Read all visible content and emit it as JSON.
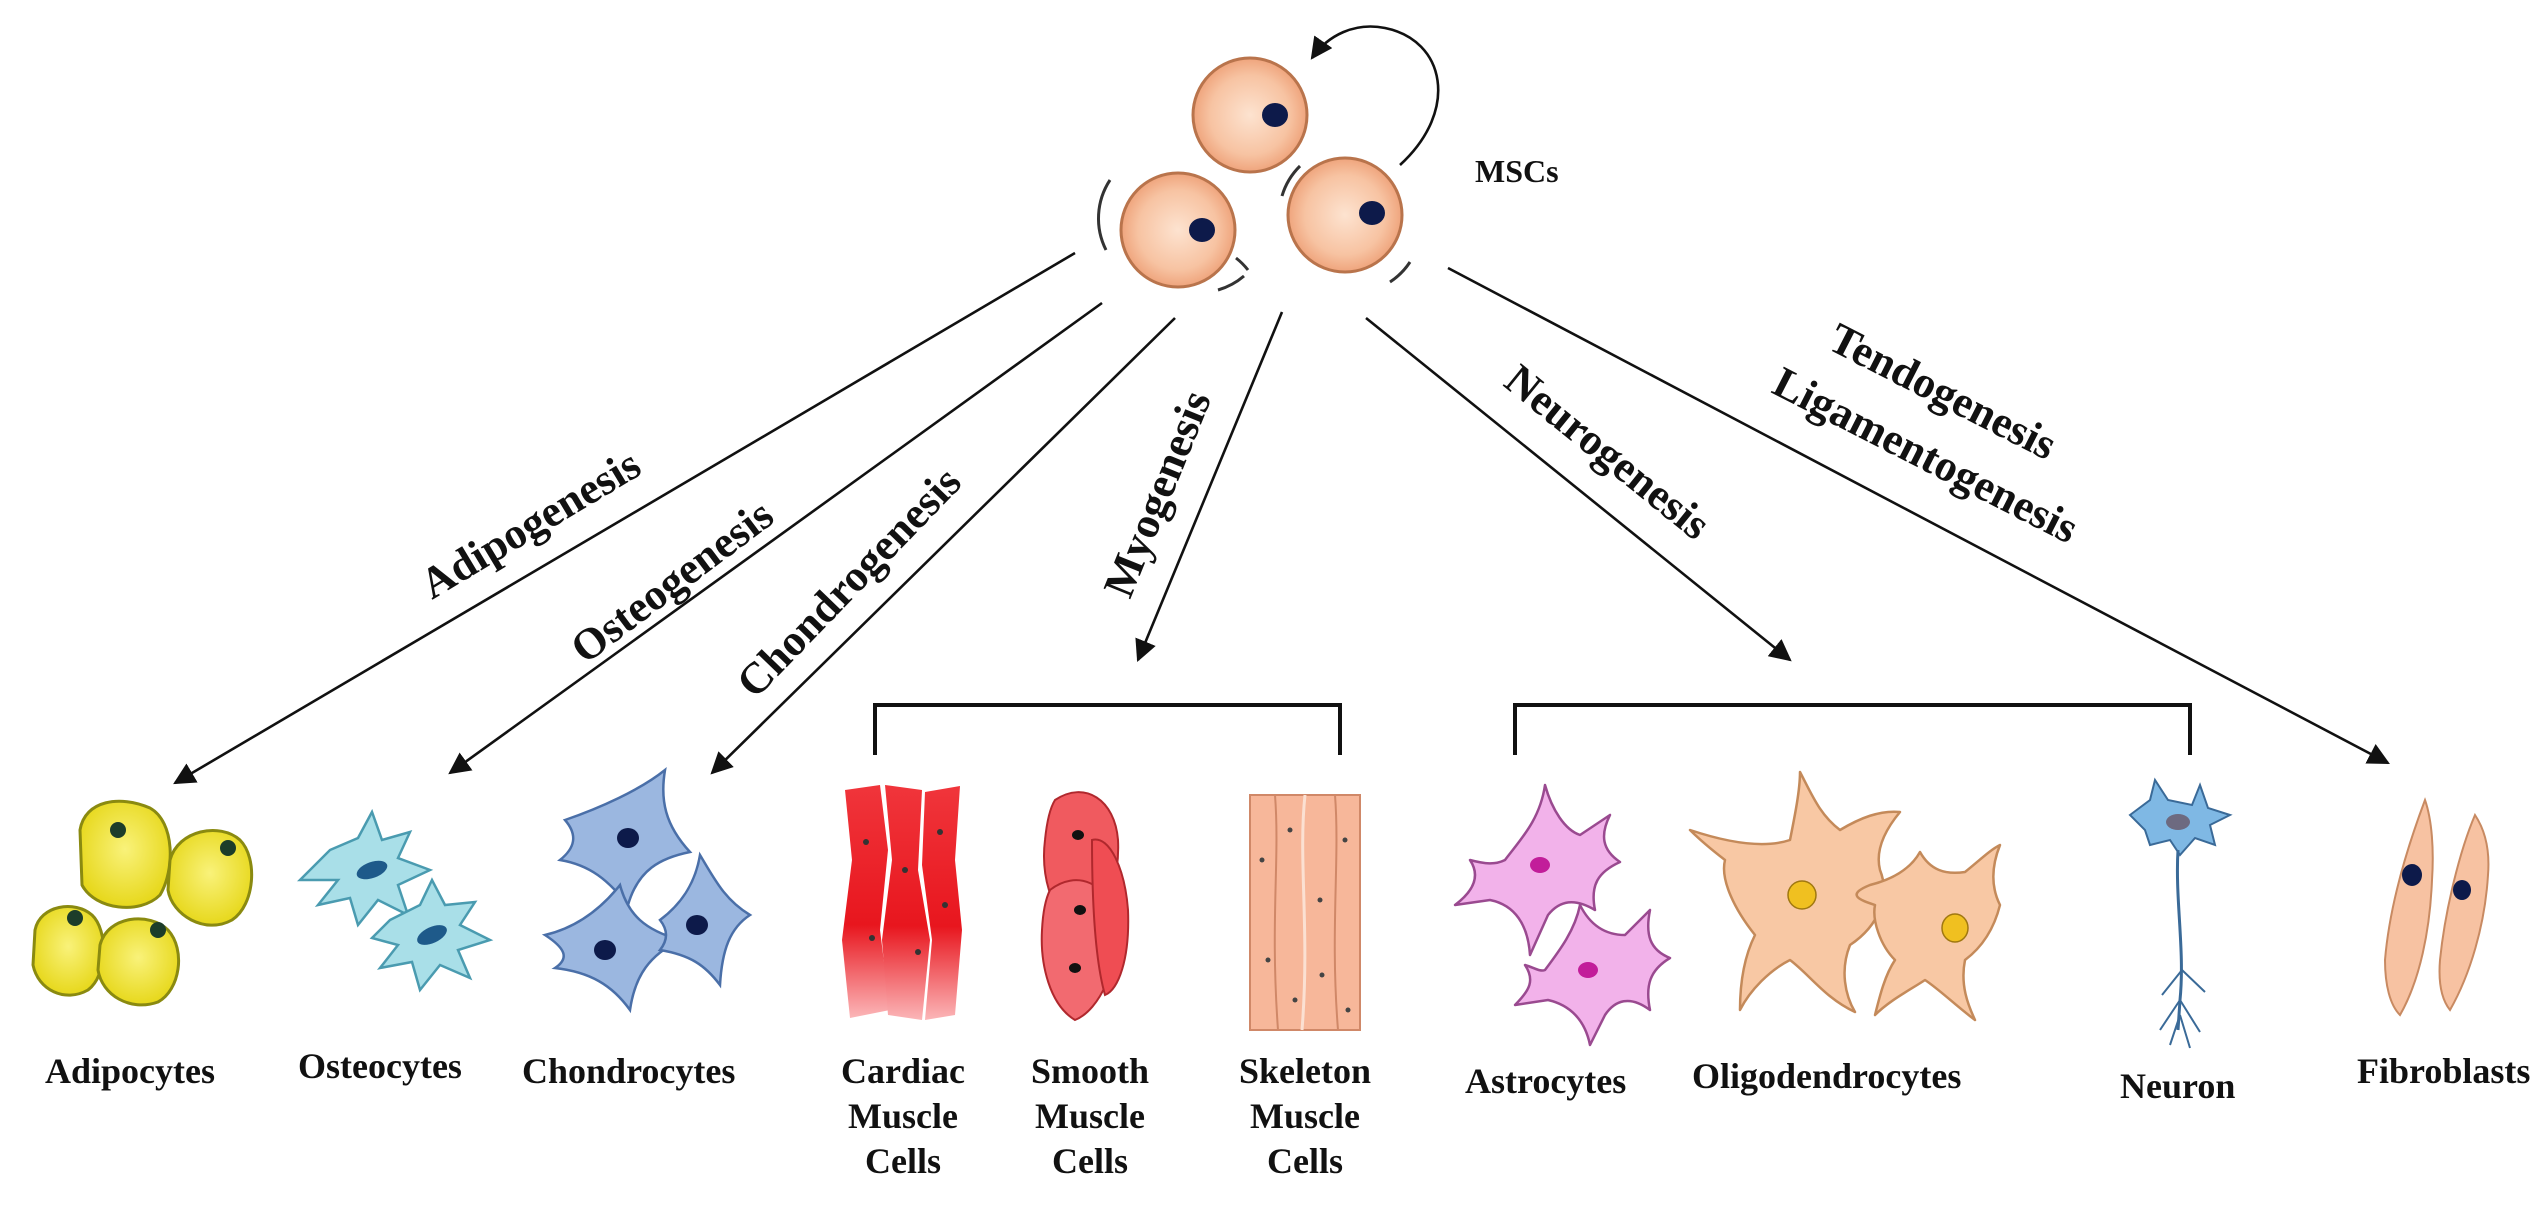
{
  "source": {
    "label": "MSCs"
  },
  "pathways": [
    {
      "label": "Adipogenesis"
    },
    {
      "label": "Osteogenesis"
    },
    {
      "label": "Chondrogenesis"
    },
    {
      "label": "Myogenesis"
    },
    {
      "label": "Neurogenesis"
    },
    {
      "label": "Tendogenesis"
    },
    {
      "label": "Ligamentogenesis"
    }
  ],
  "cells": {
    "adipocytes": "Adipocytes",
    "osteocytes": "Osteocytes",
    "chondrocytes": "Chondrocytes",
    "cardiac": [
      "Cardiac",
      "Muscle",
      "Cells"
    ],
    "smooth": [
      "Smooth",
      "Muscle",
      "Cells"
    ],
    "skeleton": [
      "Skeleton",
      "Muscle",
      "Cells"
    ],
    "astrocytes": "Astrocytes",
    "oligodendrocytes": "Oligodendrocytes",
    "neuron": "Neuron",
    "fibroblasts": "Fibroblasts"
  },
  "colors": {
    "msc_fill": "#f6c4a4",
    "msc_stroke": "#c07a52",
    "nucleus": "#0d1a4a",
    "adipocyte": "#f2e832",
    "osteocyte": "#a9dfe8",
    "chondrocyte": "#9bb7e0",
    "cardiac": "#e8141c",
    "smooth": "#f05a5f",
    "skeleton": "#f7b79a",
    "astrocyte": "#f2b2ea",
    "oligodendrocyte": "#f8c8a4",
    "neuron": "#7fb8e4",
    "fibroblast": "#f7c2a2"
  }
}
